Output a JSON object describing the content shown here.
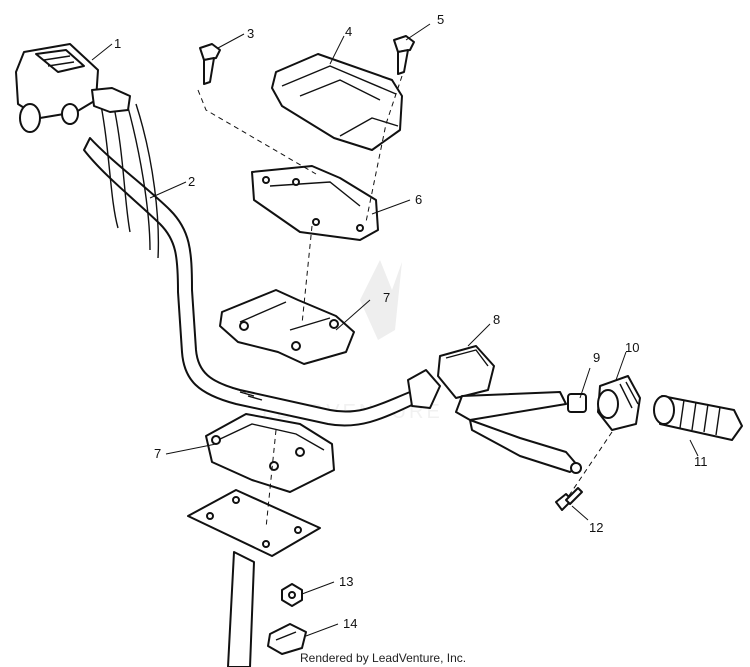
{
  "callouts": [
    {
      "id": "1",
      "text": "1"
    },
    {
      "id": "2",
      "text": "2"
    },
    {
      "id": "3",
      "text": "3"
    },
    {
      "id": "4",
      "text": "4"
    },
    {
      "id": "5",
      "text": "5"
    },
    {
      "id": "6",
      "text": "6"
    },
    {
      "id": "7a",
      "text": "7"
    },
    {
      "id": "7b",
      "text": "7"
    },
    {
      "id": "8",
      "text": "8"
    },
    {
      "id": "9",
      "text": "9"
    },
    {
      "id": "10",
      "text": "10"
    },
    {
      "id": "11",
      "text": "11"
    },
    {
      "id": "12",
      "text": "12"
    },
    {
      "id": "13",
      "text": "13"
    },
    {
      "id": "14",
      "text": "14"
    }
  ],
  "watermark": "LEADVENTURE",
  "credit": "Rendered by LeadVenture, Inc.",
  "colors": {
    "line": "#111111",
    "background": "#ffffff",
    "watermark": "#d9d9d9"
  }
}
